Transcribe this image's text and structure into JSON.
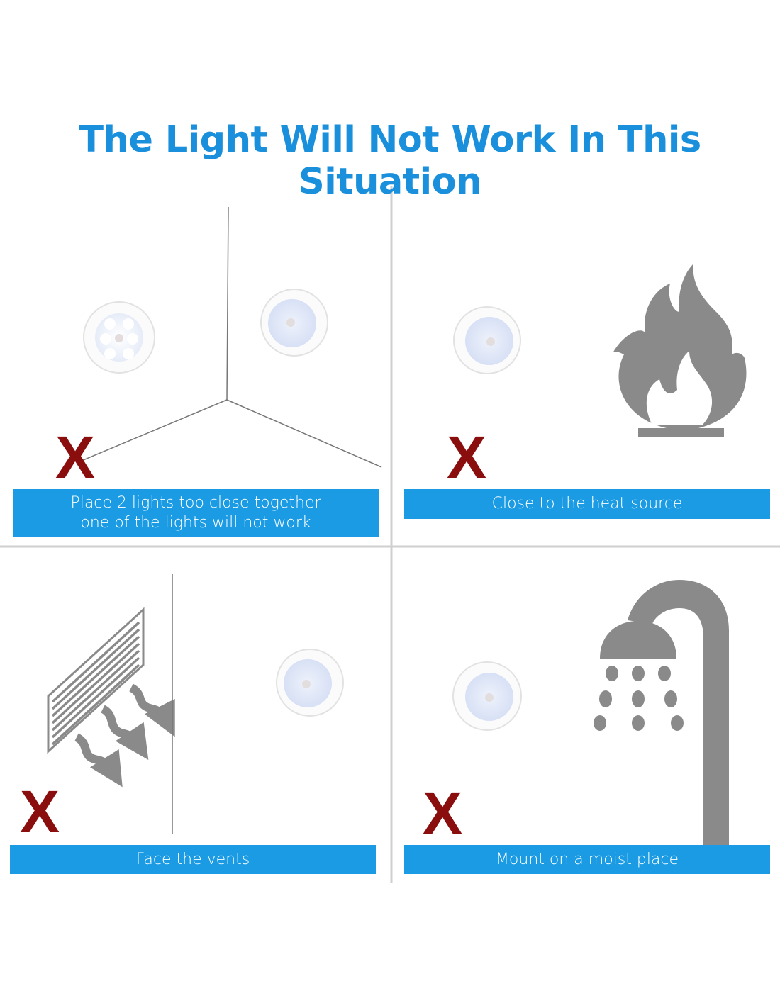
{
  "title": "The Light Will Not Work In This Situation",
  "colors": {
    "title": "#1a8fdc",
    "banner": "#1a9be3",
    "x_mark": "#8b0e0e",
    "icon_gray": "#8a8a8a",
    "divider": "#cfcfcf"
  },
  "panels": [
    {
      "caption_line1": "Place 2 lights too close together",
      "caption_line2": "one of the lights will not work",
      "mark": "X",
      "icon": "corner-walls-icon"
    },
    {
      "caption": "Close to the heat source",
      "mark": "X",
      "icon": "flame-icon"
    },
    {
      "caption": "Face the vents",
      "mark": "X",
      "icon": "vent-icon"
    },
    {
      "caption": "Mount on a moist place",
      "mark": "X",
      "icon": "shower-icon"
    }
  ]
}
